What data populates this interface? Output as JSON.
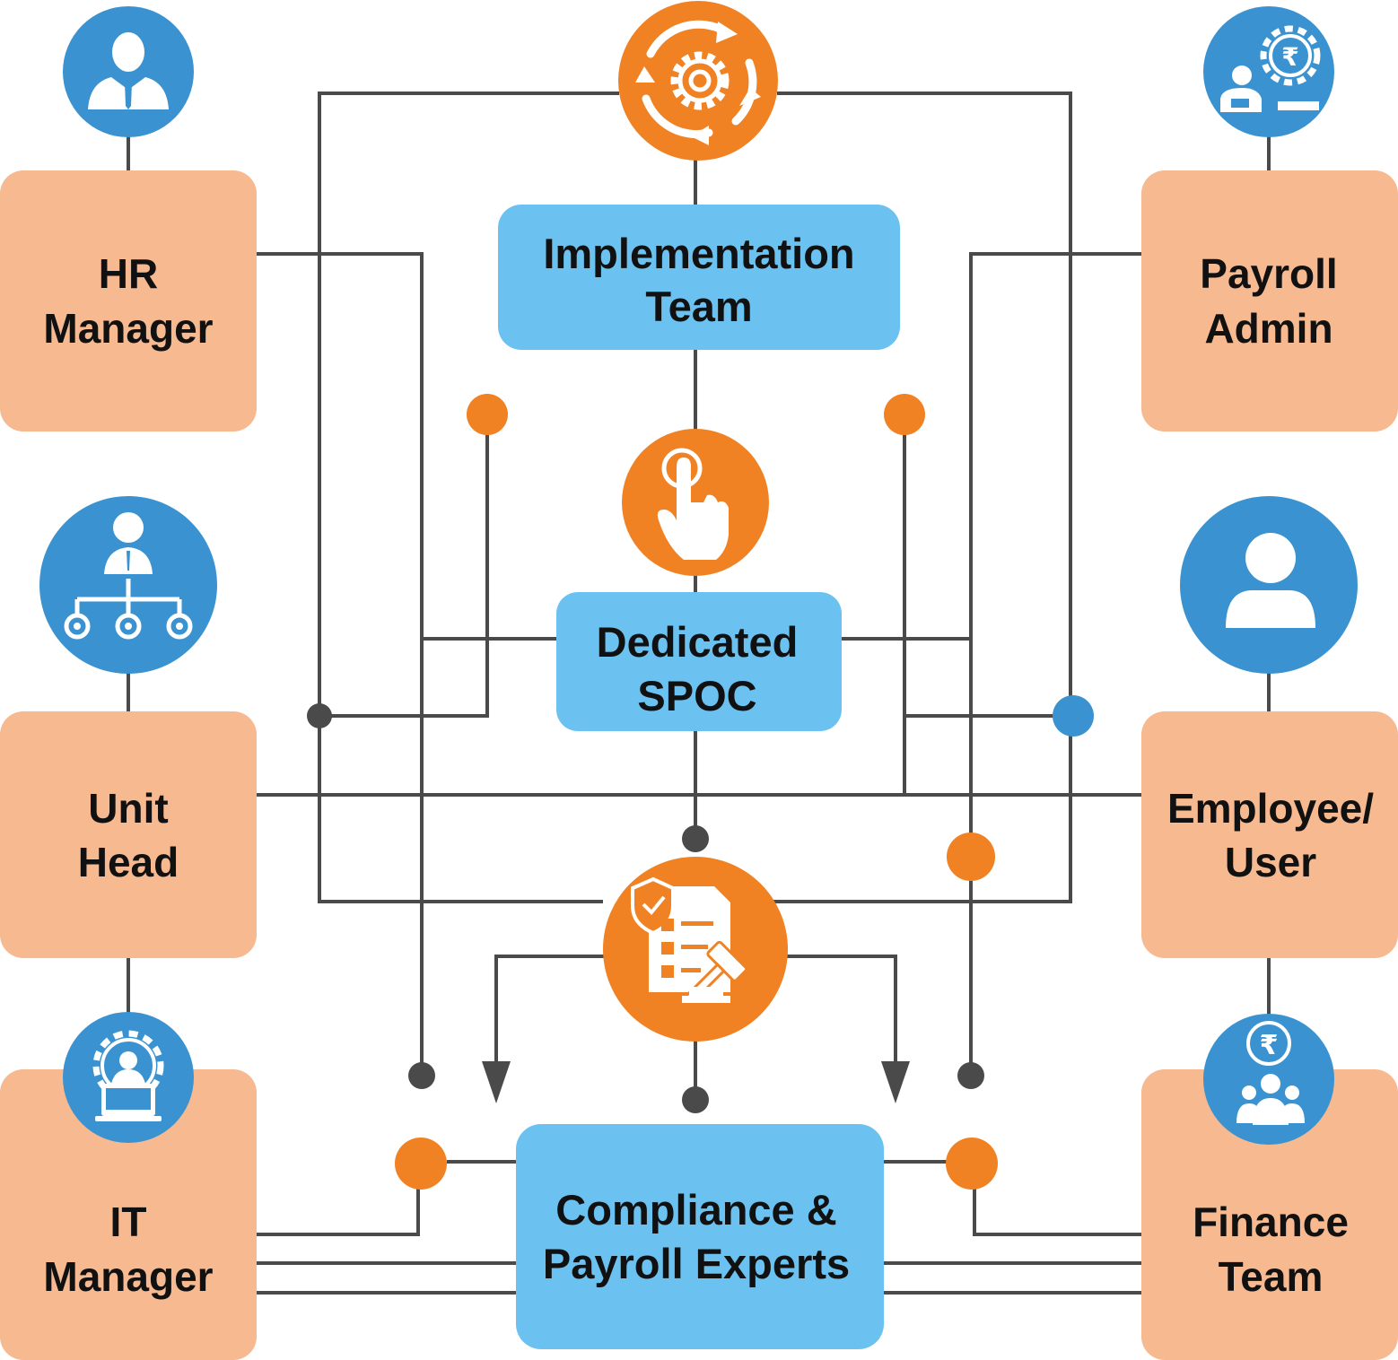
{
  "colors": {
    "role_box": "#F6B990",
    "team_box": "#6BC2F1",
    "orange_circle": "#F08224",
    "blue_circle": "#3A93D0",
    "line": "#4A4A4A",
    "dot_dark": "#4A4A4A",
    "dot_blue": "#3A93D0"
  },
  "roles": {
    "hr_manager": {
      "line1": "HR",
      "line2": "Manager",
      "icon": "business-person-icon"
    },
    "unit_head": {
      "line1": "Unit",
      "line2": "Head",
      "icon": "org-hierarchy-icon"
    },
    "it_manager": {
      "line1": "IT",
      "line2": "Manager",
      "icon": "it-admin-gear-laptop-icon"
    },
    "payroll_admin": {
      "line1": "Payroll",
      "line2": "Admin",
      "icon": "rupee-gear-person-icon"
    },
    "employee_user": {
      "line1": "Employee/",
      "line2": "User",
      "icon": "user-icon"
    },
    "finance_team": {
      "line1": "Finance",
      "line2": "Team",
      "icon": "rupee-group-icon"
    }
  },
  "teams": {
    "implementation": {
      "line1": "Implementation",
      "line2": "Team",
      "icon": "cycle-gear-icon"
    },
    "spoc": {
      "line1": "Dedicated",
      "line2": "SPOC",
      "icon": "hand-tap-icon"
    },
    "compliance": {
      "line1": "Compliance &",
      "line2": "Payroll Experts",
      "icon": "compliance-checklist-gavel-icon"
    }
  }
}
